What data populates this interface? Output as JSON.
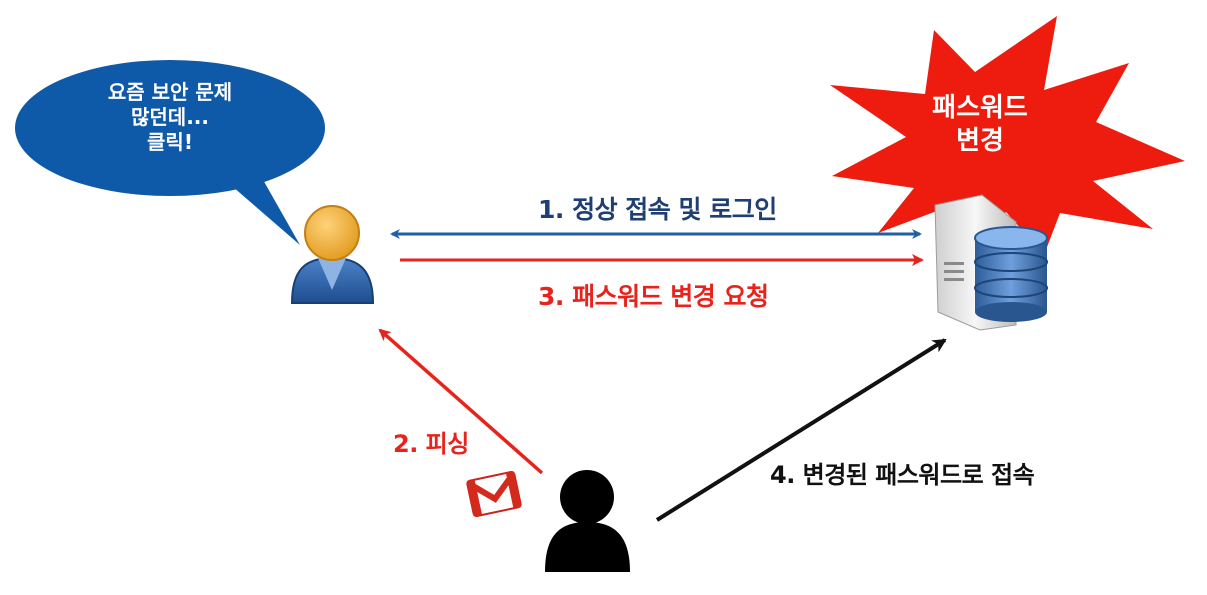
{
  "speech_bubble": {
    "lines": [
      "요즘 보안 문제",
      "많던데...",
      "클릭!"
    ],
    "color": "#0f5aa8"
  },
  "burst": {
    "lines": [
      "패스워드",
      "변경"
    ],
    "color": "#ee1c0e"
  },
  "arrows": {
    "step1": {
      "label": "1. 정상 접속 및 로그인",
      "color": "#1f5fa6"
    },
    "step2": {
      "label": "2. 피싱",
      "color": "#e8231b"
    },
    "step3": {
      "label": "3. 패스워드 변경 요청",
      "color": "#e8231b"
    },
    "step4": {
      "label": "4. 변경된 패스워드로 접속",
      "color": "#111111"
    }
  },
  "icons": {
    "user": "user-icon",
    "attacker": "attacker-icon",
    "mail": "gmail-icon",
    "server": "server-database-icon"
  }
}
